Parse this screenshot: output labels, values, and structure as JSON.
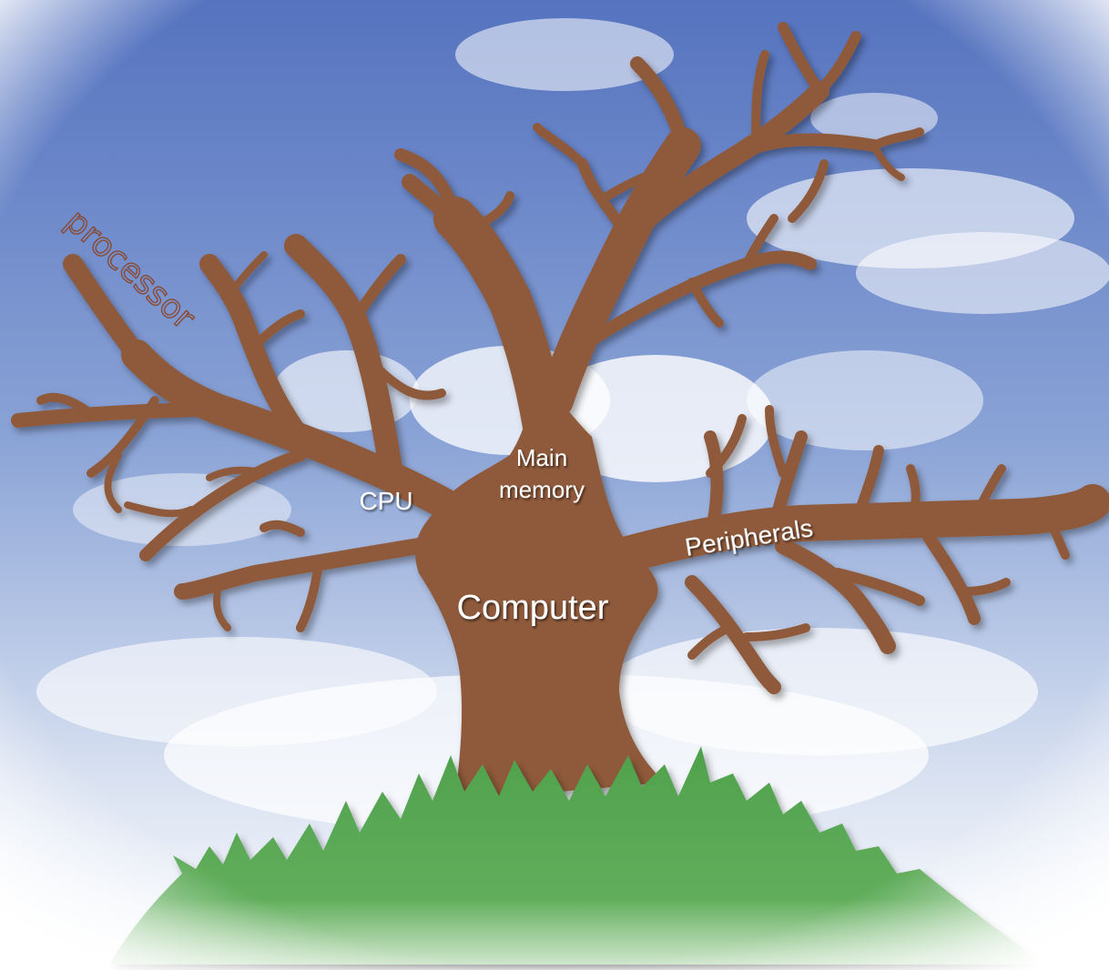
{
  "labels": {
    "root": "Computer",
    "cpu": "CPU",
    "memory_line1": "Main",
    "memory_line2": "memory",
    "peripherals": "Peripherals",
    "processor": "processor"
  },
  "colors": {
    "sky_top": "#5f7fc4",
    "sky_bottom": "#dfe7f4",
    "bark": "#8f5a3a",
    "bark_edge": "#5d3722",
    "grass": "#5aa856",
    "grass_dark": "#3a8a3e",
    "label_text": "#ffffff",
    "processor_text": "#8a4a32"
  }
}
